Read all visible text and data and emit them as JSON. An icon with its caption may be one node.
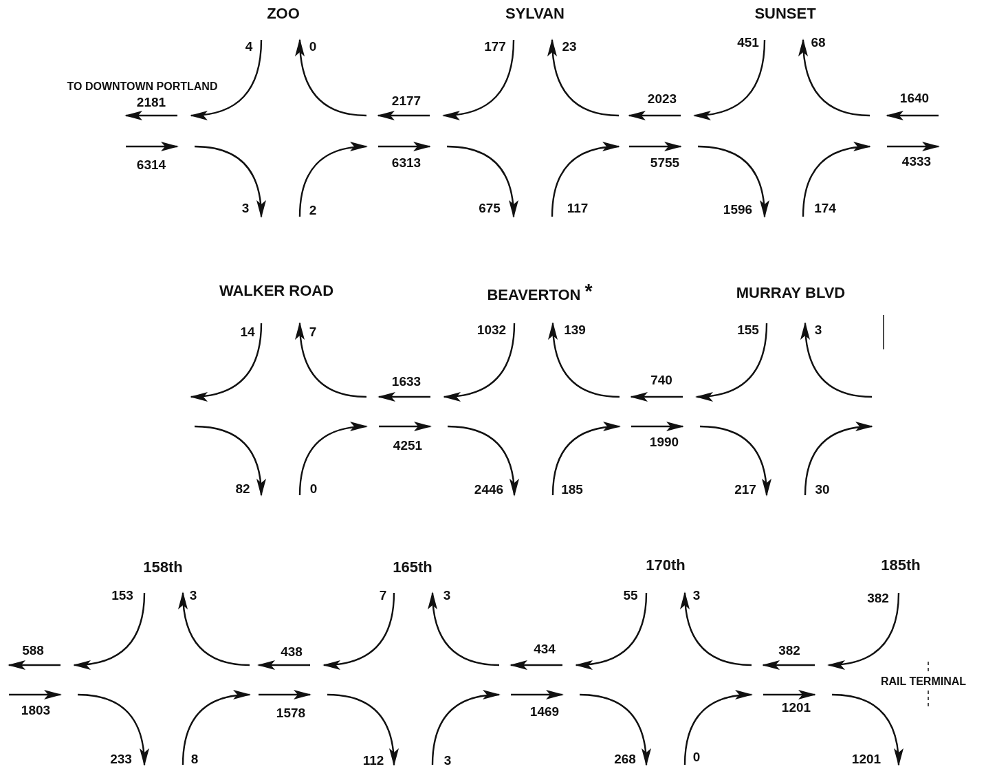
{
  "diagram": {
    "labels": [
      "ZOO",
      "SYLVAN",
      "SUNSET",
      "4",
      "0",
      "177",
      "23",
      "451",
      "68",
      "TO DOWNTOWN PORTLAND",
      "2181",
      "2177",
      "2023",
      "1640",
      "6314",
      "6313",
      "5755",
      "4333",
      "3",
      "2",
      "675",
      "117",
      "1596",
      "174",
      "WALKER ROAD",
      "BEAVERTON$^{*}$",
      "MURRAY BLVD",
      "14",
      "7",
      "1032",
      "139",
      "155",
      "3",
      "1633",
      "740",
      "4251",
      "1990",
      "82",
      "0",
      "2446",
      "185",
      "217",
      "30",
      "158th",
      "165th",
      "170th",
      "185th",
      "153",
      "3",
      "7",
      "3",
      "55",
      "3",
      "382",
      "588",
      "438",
      "434",
      "382",
      "RAIL TERMINAL",
      "1803",
      "1578",
      "1469",
      "1201",
      "233",
      "8",
      "112",
      "3",
      "268",
      "0",
      "1201"
    ]
  }
}
